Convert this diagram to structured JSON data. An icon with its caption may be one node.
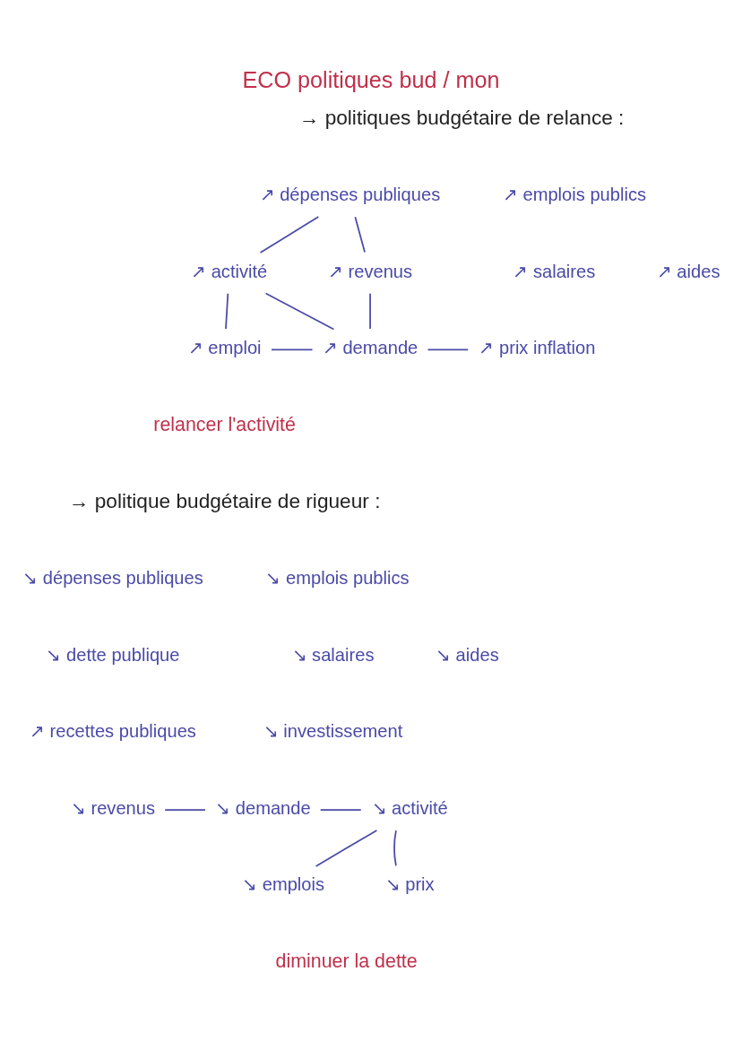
{
  "diagram": {
    "title": "ECO politiques bud / mon",
    "nodes": [
      {
        "text": [
          "↗ dépenses publiques"
        ]
      },
      {
        "text": [
          "↗ emplois publics"
        ]
      },
      {
        "text": [
          "↗ salaires"
        ]
      },
      {
        "text": [
          "↗ aides"
        ]
      },
      {
        "text": [
          "↗ activité"
        ]
      },
      {
        "text": [
          "↗ revenus"
        ]
      },
      {
        "text": [
          "↗ emploi"
        ]
      },
      {
        "text": [
          "↗ demande"
        ]
      },
      {
        "text": [
          "↗ prix inflation"
        ]
      },
      {
        "text": [
          "↘ dépenses publiques"
        ]
      },
      {
        "text": [
          "↘ emplois publics"
        ]
      },
      {
        "text": [
          "↘ salaires"
        ]
      },
      {
        "text": [
          "↘ aides"
        ]
      },
      {
        "text": [
          "↘ investissement"
        ]
      },
      {
        "text": [
          "↘ dette publique"
        ]
      },
      {
        "text": [
          "↗ recettes publiques"
        ]
      },
      {
        "text": [
          "↘ revenus"
        ]
      },
      {
        "text": [
          "↘ demande"
        ]
      },
      {
        "text": [
          "↘ activité"
        ]
      },
      {
        "text": [
          "↘ emplois"
        ]
      },
      {
        "text": [
          "↘ prix"
        ]
      }
    ],
    "edges": [
      {
        "from": 0,
        "to": 4,
        "arrow": "none"
      },
      {
        "from": 4,
        "to": 6,
        "arrow": "none"
      },
      {
        "from": 0,
        "to": 5,
        "arrow": "none"
      },
      {
        "from": 5,
        "to": 7,
        "arrow": "none"
      },
      {
        "from": 4,
        "to": 7,
        "arrow": "none"
      },
      {
        "from": 6,
        "to": 7,
        "arrow": "none"
      },
      {
        "from": 7,
        "to": 8,
        "arrow": "none"
      },
      {
        "from": 16,
        "to": 17,
        "arrow": "none"
      },
      {
        "from": 17,
        "to": 18,
        "arrow": "none"
      },
      {
        "from": 19,
        "to": 18,
        "arrow": "none"
      },
      {
        "from": 18,
        "to": 20,
        "arrow": "none"
      }
    ],
    "labels": [
      "→ politiques budgétaire de relance :",
      "relancer l'activité",
      "→ politique budgétaire de rigueur :",
      "diminuer la dette"
    ]
  }
}
